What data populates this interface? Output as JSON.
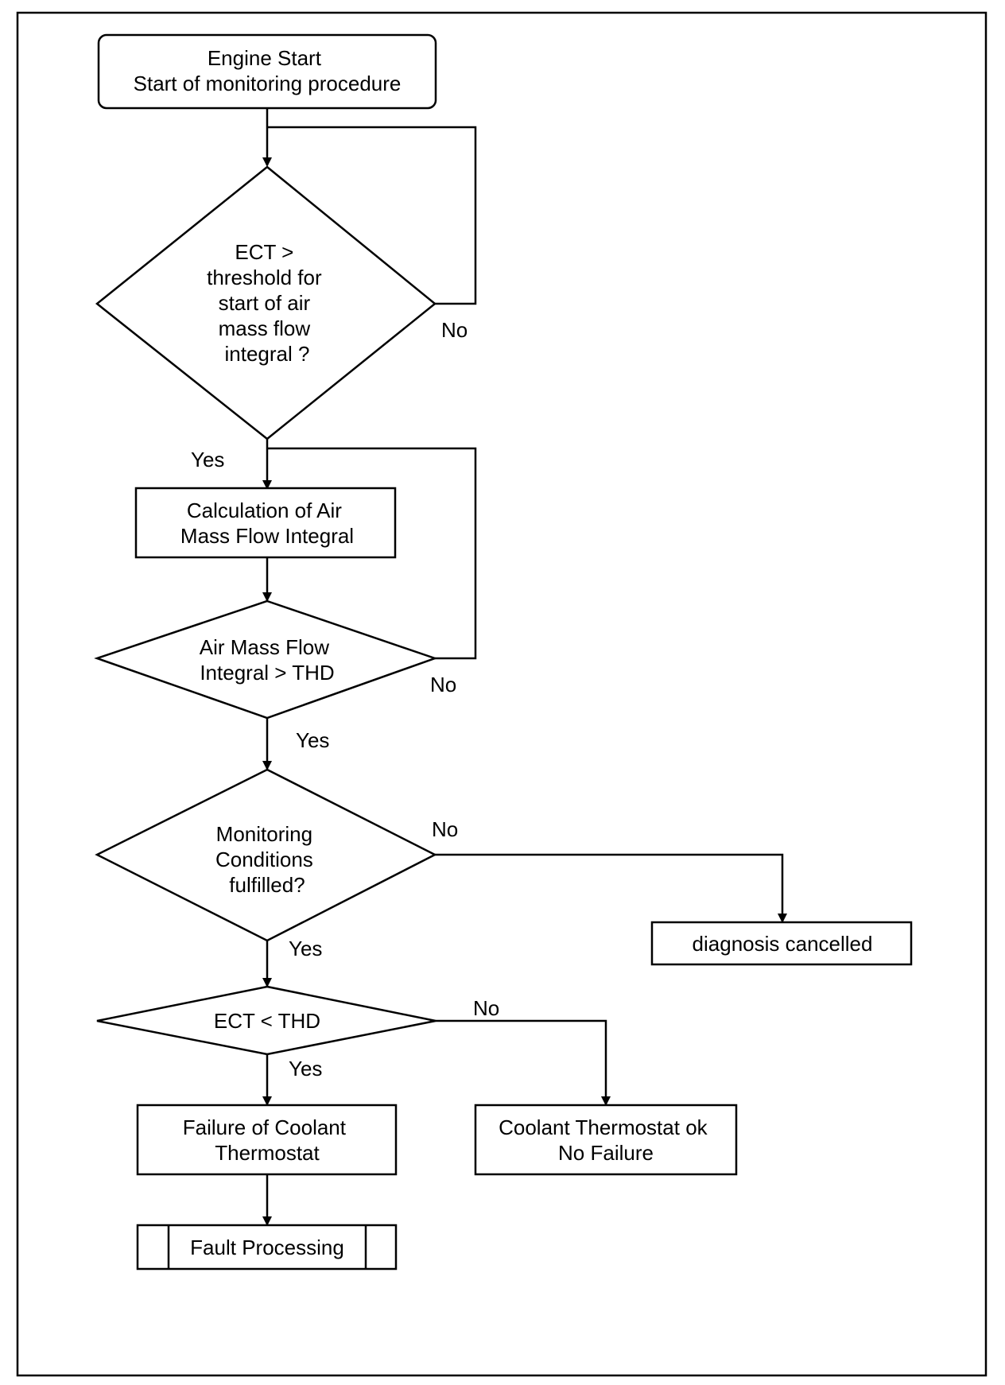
{
  "nodes": {
    "start": [
      "Engine Start",
      "Start of monitoring procedure"
    ],
    "ect_threshold": [
      "ECT >",
      "threshold for",
      "start of air",
      "mass flow",
      "integral ?"
    ],
    "calc_integral": [
      "Calculation of Air",
      "Mass Flow Integral"
    ],
    "integral_check": [
      "Air Mass Flow",
      "Integral > THD"
    ],
    "conditions_check": [
      "Monitoring",
      "Conditions",
      "fulfilled?"
    ],
    "diagnosis_cancelled": [
      "diagnosis cancelled"
    ],
    "ect_thd": [
      "ECT < THD"
    ],
    "failure": [
      "Failure of Coolant",
      "Thermostat"
    ],
    "thermostat_ok": [
      "Coolant Thermostat ok",
      "No Failure"
    ],
    "fault_processing": [
      "Fault Processing"
    ]
  },
  "labels": {
    "no_1": "No",
    "yes_1": "Yes",
    "no_2": "No",
    "yes_2": "Yes",
    "no_3": "No",
    "yes_3": "Yes",
    "no_4": "No",
    "yes_4": "Yes"
  },
  "colors": {
    "line": "#000000",
    "background": "#ffffff"
  }
}
